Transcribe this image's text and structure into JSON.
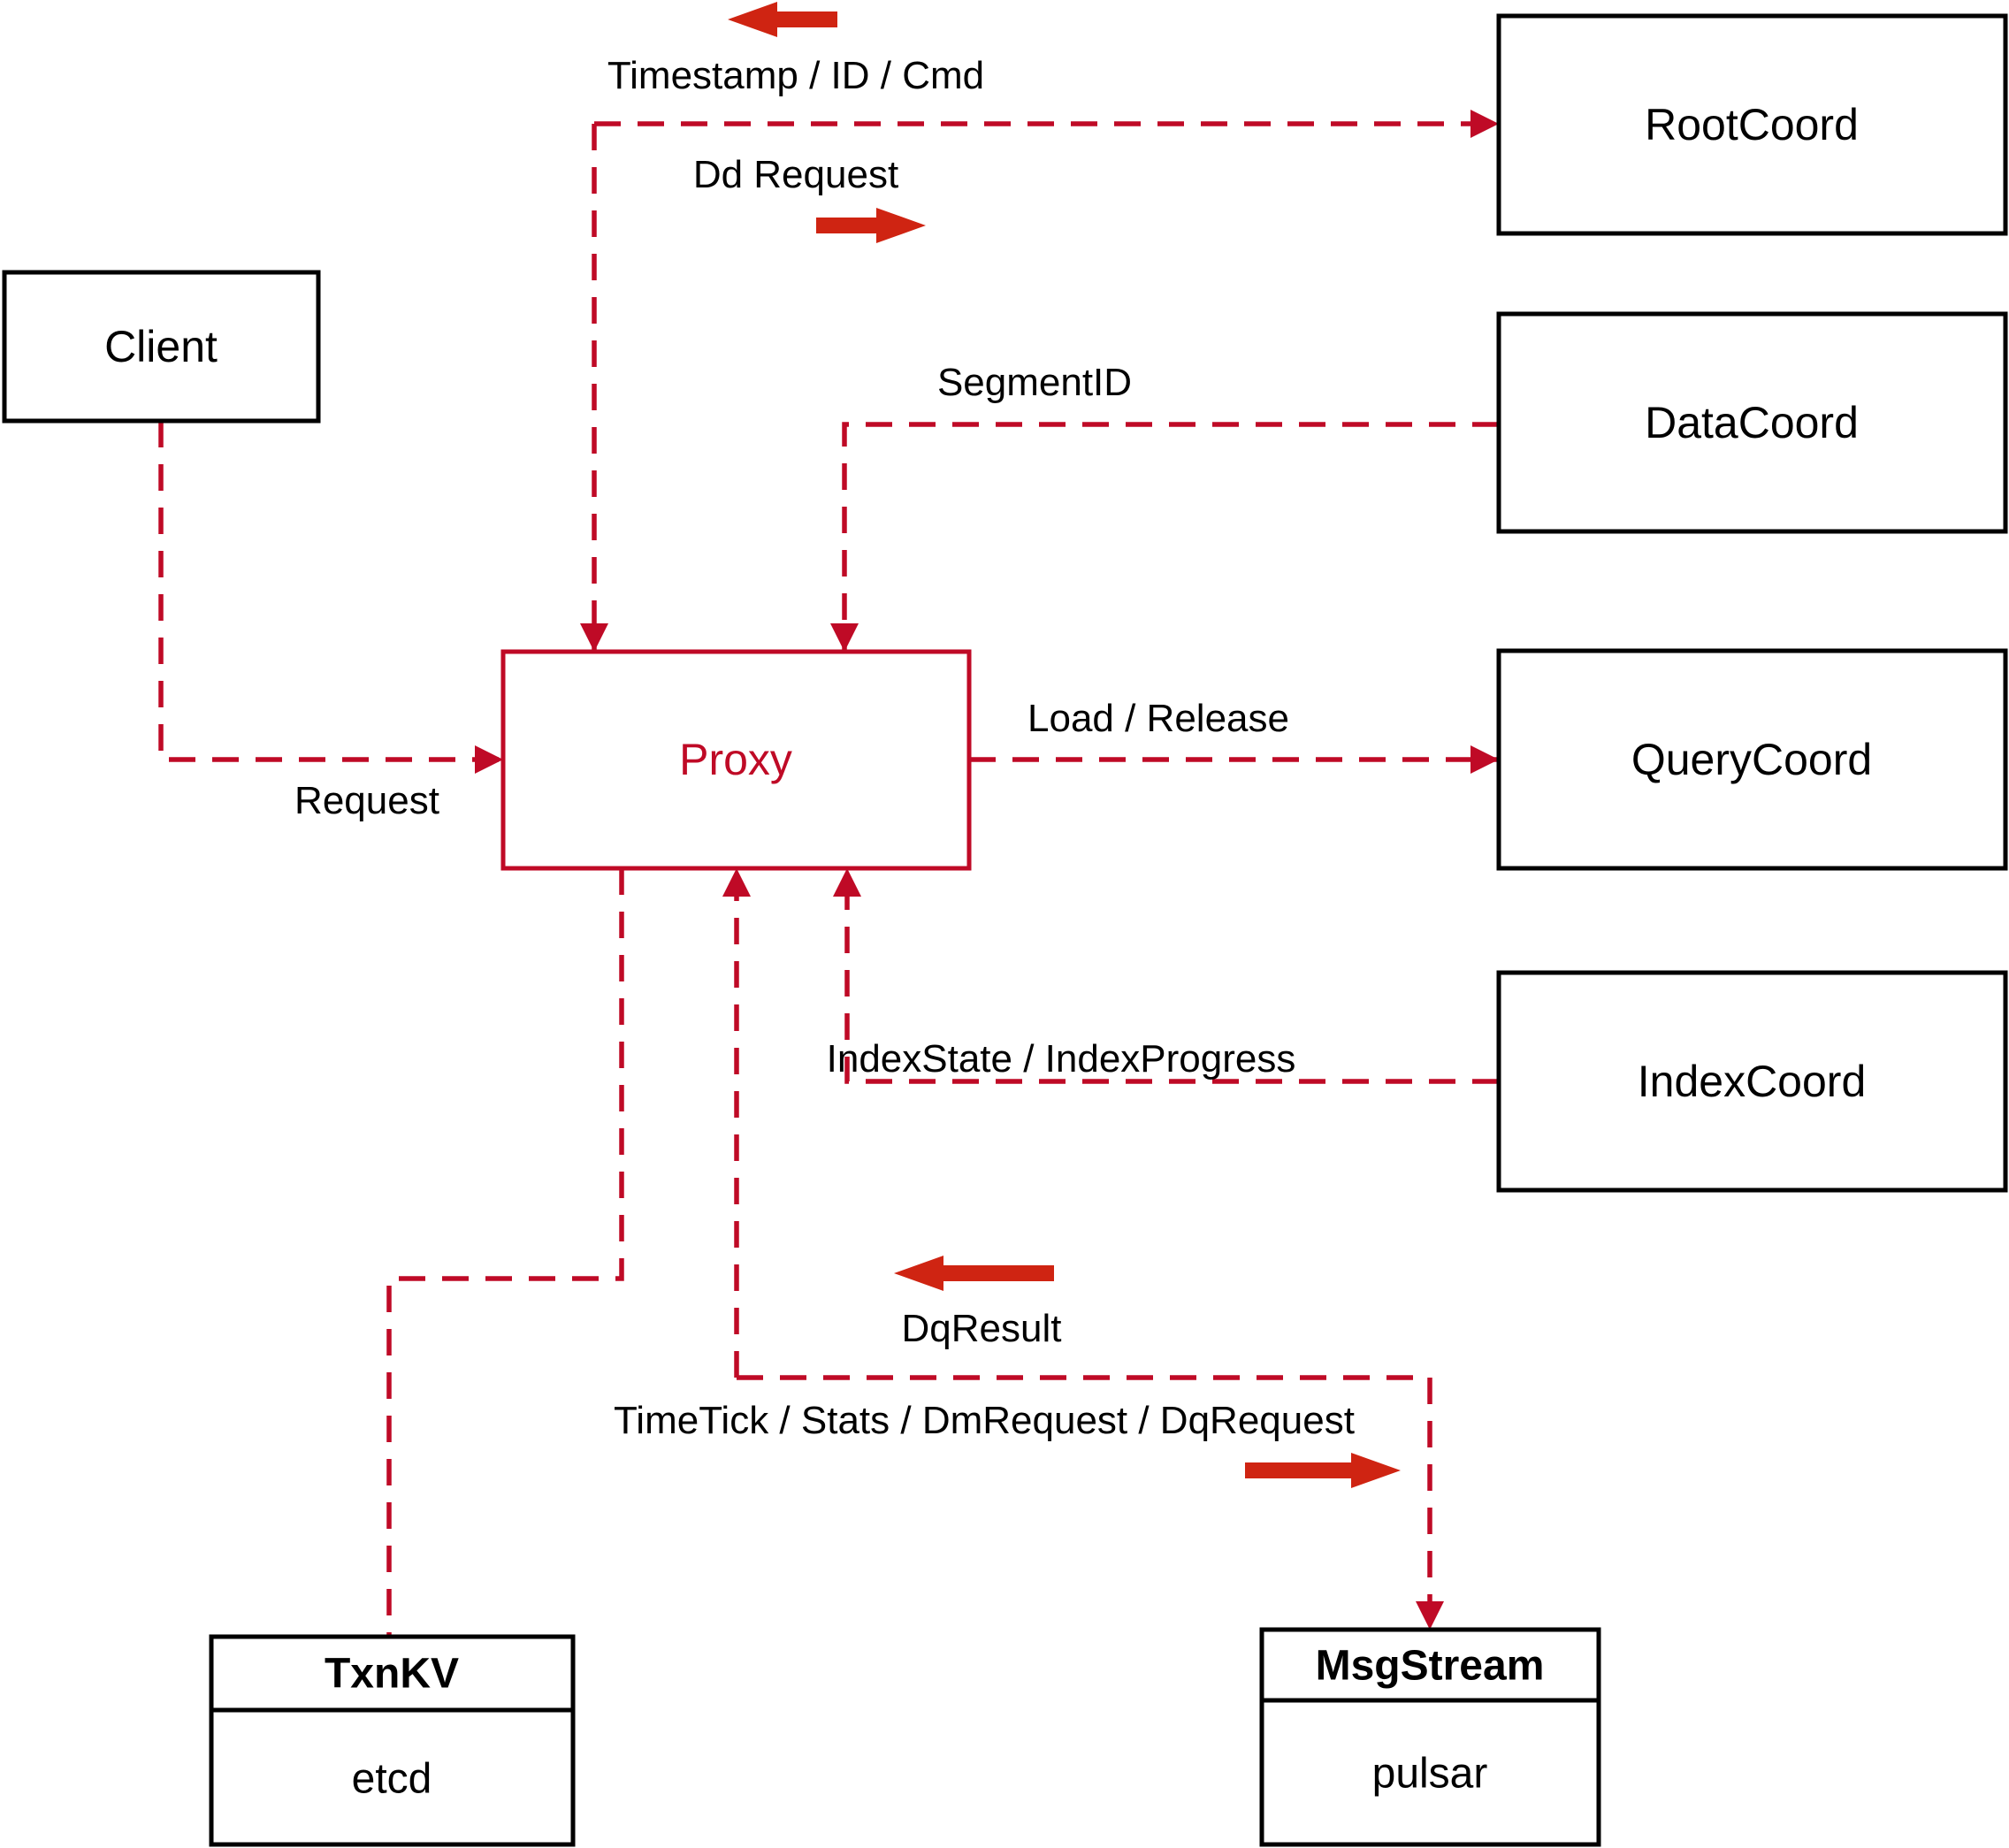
{
  "title": "Milvus proxy interaction diagram",
  "colors": {
    "line": "#bf0a26",
    "arrow": "#cf2412",
    "box_border": "#000000",
    "text": "#000000",
    "bg": "#ffffff"
  },
  "nodes": {
    "client": {
      "label": "Client"
    },
    "proxy": {
      "label": "Proxy"
    },
    "rootcoord": {
      "label": "RootCoord"
    },
    "datacoord": {
      "label": "DataCoord"
    },
    "querycoord": {
      "label": "QueryCoord"
    },
    "indexcoord": {
      "label": "IndexCoord"
    },
    "txnkv": {
      "title": "TxnKV",
      "subtitle": "etcd"
    },
    "msgstream": {
      "title": "MsgStream",
      "subtitle": "pulsar"
    }
  },
  "edge_labels": {
    "timestamp": "Timestamp / ID / Cmd",
    "dd_request": "Dd Request",
    "segment_id": "SegmentID",
    "load_release": "Load / Release",
    "index_state": "IndexState / IndexProgress",
    "dq_result": "DqResult",
    "time_tick": "TimeTick / Stats / DmRequest / DqRequest",
    "request": "Request"
  },
  "edges": [
    {
      "from": "Client",
      "to": "Proxy",
      "label": "Request",
      "style": "dashed"
    },
    {
      "from": "Proxy",
      "to": "RootCoord",
      "label_forward": "Dd Request",
      "label_back": "Timestamp / ID / Cmd",
      "style": "dashed-bidirectional"
    },
    {
      "from": "DataCoord",
      "to": "Proxy",
      "label": "SegmentID",
      "style": "dashed"
    },
    {
      "from": "Proxy",
      "to": "QueryCoord",
      "label": "Load / Release",
      "style": "dashed"
    },
    {
      "from": "IndexCoord",
      "to": "Proxy",
      "label": "IndexState / IndexProgress",
      "style": "dashed"
    },
    {
      "from": "Proxy",
      "to": "TxnKV (etcd)",
      "label": "",
      "style": "dashed-plain"
    },
    {
      "from": "Proxy",
      "to": "MsgStream (pulsar)",
      "label_forward": "TimeTick / Stats / DmRequest / DqRequest",
      "label_back": "DqResult",
      "style": "dashed-bidirectional"
    }
  ]
}
